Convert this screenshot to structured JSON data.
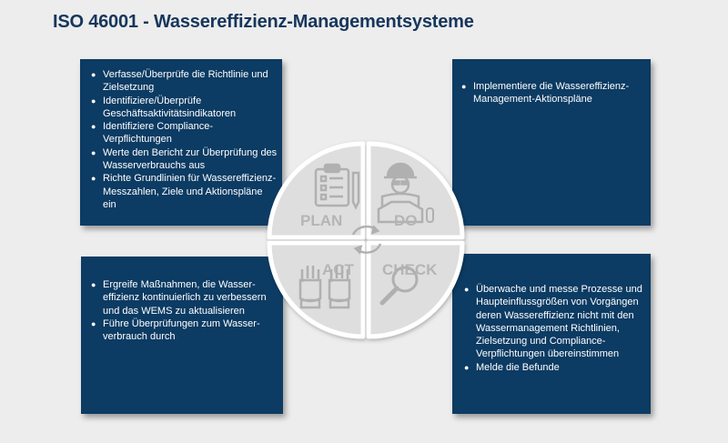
{
  "title": "ISO 46001 - Wassereffizienz-Managementsysteme",
  "quadrants": {
    "plan": "PLAN",
    "do": "DO",
    "act": "ACT",
    "check": "CHECK"
  },
  "plan_box": {
    "items": [
      "Verfasse/Überprüfe die Richtlinie und Zielsetzung",
      "Identifiziere/Überprüfe Geschäftsaktivitätsindikatoren",
      "Identifiziere Compliance-Verpflichtungen",
      "Werte den Bericht zur Überprüfung des Wasserverbrauchs aus",
      "Richte Grundlinien für Wassereffizienz-Messzahlen, Ziele und Aktionspläne ein"
    ]
  },
  "do_box": {
    "items": [
      "Implementiere die Wassereffizienz-Management-Aktionspläne"
    ]
  },
  "act_box": {
    "items": [
      "Ergreife Maßnahmen, die Wasser-effizienz kontinuierlich zu verbessern und das WEMS zu aktualisieren",
      "Führe Überprüfungen zum Wasser-verbrauch durch"
    ]
  },
  "check_box": {
    "items": [
      "Überwache und messe Prozesse und Haupteinflussgrößen von Vorgängen deren Wassereffizienz nicht mit den Wassermanagement Richtlinien, Zielsetzung und Compliance-Verpflichtungen übereinstimmen",
      "Melde die Befunde"
    ]
  },
  "colors": {
    "box": "#0c3b63",
    "title": "#16365c",
    "circle": "#dcdcdc",
    "icon": "#b0b0b0",
    "background": "#ededed"
  },
  "icons": [
    "clipboard-checklist-icon",
    "worker-blueprint-icon",
    "gloved-hands-icon",
    "magnifier-icon",
    "cycle-arrows-icon"
  ]
}
